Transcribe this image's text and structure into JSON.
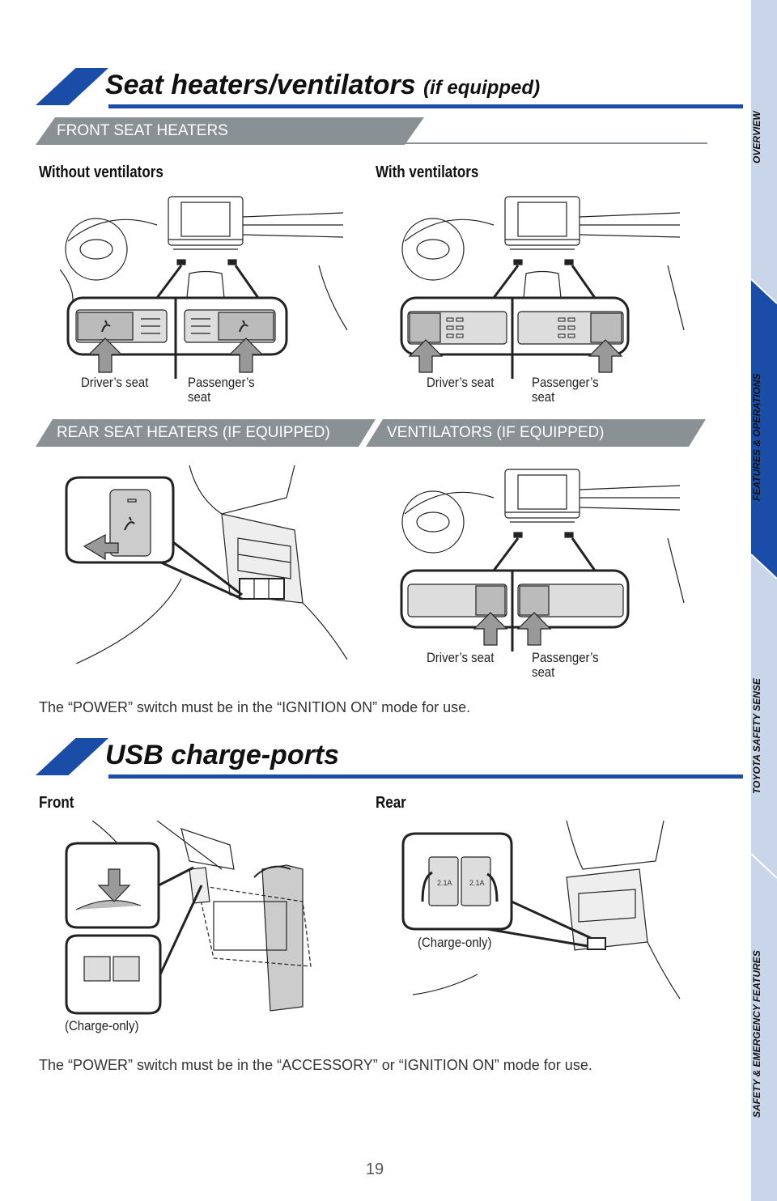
{
  "section1": {
    "title": "Seat heaters/ventilators",
    "title_suffix": "(if equipped)",
    "front_banner": "FRONT SEAT HEATERS",
    "without_label": "Without ventilators",
    "with_label": "With ventilators",
    "rear_banner": "REAR SEAT HEATERS (IF EQUIPPED)",
    "vent_banner": "VENTILATORS (IF EQUIPPED)",
    "driver_seat": "Driver’s seat",
    "passenger_seat_line1": "Passenger’s",
    "passenger_seat_line2": "seat",
    "note": "The “POWER” switch must be in the “IGNITION ON” mode for use."
  },
  "section2": {
    "title": "USB charge-ports",
    "front_label": "Front",
    "rear_label": "Rear",
    "charge_only": "(Charge-only)",
    "port_rating": "2.1A",
    "note": "The “POWER” switch must be in the “ACCESSORY” or “IGNITION ON” mode for use."
  },
  "sidebar": {
    "tabs": [
      "OVERVIEW",
      "FEATURES & OPERATIONS",
      "TOYOTA SAFETY SENSE",
      "SAFETY & EMERGENCY FEATURES"
    ],
    "active": "FEATURES & OPERATIONS",
    "colors": {
      "active": "#1a4da8",
      "inactive": "#c9d6ea"
    }
  },
  "page_number": "19",
  "colors": {
    "accent": "#1a4da8",
    "banner": "#8a9194"
  }
}
